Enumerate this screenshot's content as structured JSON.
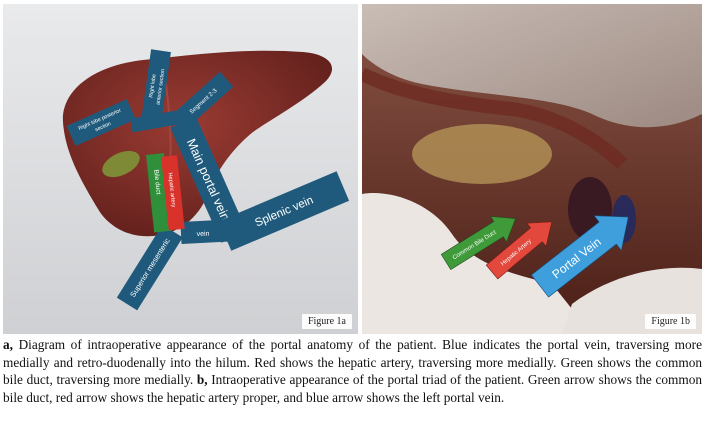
{
  "figure_a": {
    "panel_label": "Figure 1a",
    "labels": {
      "main_portal_vein": "Main portal vein",
      "splenic_vein": "Splenic vein",
      "superior_mesenteric": "Superior mesenteric",
      "vein": "vein",
      "bile_duct": "Bile duct",
      "hepatic_artery": "Hepatic artery",
      "right_lobe_posterior": "Right lobe posterior",
      "section": "section",
      "right_lobe_anterior": "Right lobe",
      "anterior_section": "anterior section",
      "segment": "Segment 2-3"
    },
    "colors": {
      "portal": "#1f5a7c",
      "bile": "#2f8f3a",
      "artery": "#d8322b",
      "liver": "#7a2a24"
    }
  },
  "figure_b": {
    "panel_label": "Figure 1b",
    "arrows": {
      "common_bile_duct": "Common Bile Duct",
      "hepatic_artery": "Hepatic Artery",
      "portal_vein": "Portal Vein"
    },
    "colors": {
      "green": "#3f9a3a",
      "red": "#e2483c",
      "blue": "#3f9fdc"
    }
  },
  "caption": {
    "a_marker": "a,",
    "a_text": " Diagram of intraoperative appearance of the portal anatomy of the patient. Blue indicates the portal vein, traversing more medially and retro-duodenally into the hilum. Red shows the hepatic artery, traversing more medially. Green shows the common bile duct, traversing more medially. ",
    "b_marker": "b,",
    "b_text": " Intraoperative appearance of the portal triad of the patient. Green arrow shows the common bile duct, red arrow shows the hepatic artery proper, and blue arrow shows the left portal vein."
  }
}
